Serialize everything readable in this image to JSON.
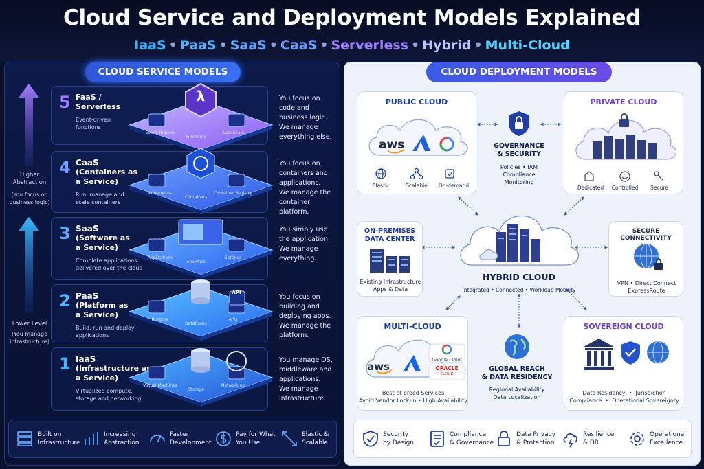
{
  "header": {
    "title": "Cloud Service and Deployment Models Explained",
    "subtitle": [
      {
        "text": "IaaS",
        "color": "#33b6ff"
      },
      {
        "text": "•",
        "color": "#8fa2d8"
      },
      {
        "text": "PaaS",
        "color": "#4fb3ff"
      },
      {
        "text": "•",
        "color": "#8fa2d8"
      },
      {
        "text": "SaaS",
        "color": "#5fa7ff"
      },
      {
        "text": "•",
        "color": "#8fa2d8"
      },
      {
        "text": "CaaS",
        "color": "#6c9cff"
      },
      {
        "text": "•",
        "color": "#8fa2d8"
      },
      {
        "text": "Serverless",
        "color": "#9b7dff"
      },
      {
        "text": "•",
        "color": "#8fa2d8"
      },
      {
        "text": "Hybrid",
        "color": "#b8c6ff"
      },
      {
        "text": "•",
        "color": "#8fa2d8"
      },
      {
        "text": "Multi-Cloud",
        "color": "#4fd3ff"
      }
    ]
  },
  "service_models": {
    "header": "CLOUD SERVICE MODELS",
    "higher": {
      "title": "Higher Abstraction",
      "note": "(You focus on business logic)"
    },
    "lower": {
      "title": "Lower Level",
      "note": "(You manage infrastructure)"
    },
    "tiers": [
      {
        "num": "5",
        "color": "#a07bff",
        "title_lines": [
          "FaaS /",
          "Serverless"
        ],
        "desc_lines": [
          "Event-driven",
          "functions"
        ],
        "right_lines": [
          "You focus on",
          "code and",
          "business logic.",
          "We manage",
          "everything else."
        ],
        "caps": [
          "Event Triggers",
          "Functions",
          "Auto Scale"
        ]
      },
      {
        "num": "4",
        "color": "#6e9bff",
        "title_lines": [
          "CaaS",
          "(Containers as",
          "a Service)"
        ],
        "desc_lines": [
          "Run, manage and",
          "scale containers"
        ],
        "right_lines": [
          "You focus on",
          "containers and",
          "applications.",
          "We manage the",
          "container platform."
        ],
        "caps": [
          "Kubernetes",
          "Containers",
          "Container Registry"
        ]
      },
      {
        "num": "3",
        "color": "#5fa7ff",
        "title_lines": [
          "SaaS",
          "(Software as",
          "a Service)"
        ],
        "desc_lines": [
          "Complete applications",
          "delivered over the cloud"
        ],
        "right_lines": [
          "You simply use",
          "the application.",
          "We manage",
          "everything."
        ],
        "caps": [
          "Applications",
          "Analytics",
          "Settings"
        ]
      },
      {
        "num": "2",
        "color": "#4fb3ff",
        "title_lines": [
          "PaaS",
          "(Platform as",
          "a Service)"
        ],
        "desc_lines": [
          "Build, run and deploy",
          "applications"
        ],
        "right_lines": [
          "You focus on",
          "building and",
          "deploying apps.",
          "We manage the",
          "platform."
        ],
        "caps": [
          "Runtime",
          "Databases",
          "APIs"
        ]
      },
      {
        "num": "1",
        "color": "#33b6ff",
        "title_lines": [
          "IaaS",
          "(Infrastructure as",
          "a Service)"
        ],
        "desc_lines": [
          "Virtualized compute,",
          "storage and networking"
        ],
        "right_lines": [
          "You manage OS,",
          "middleware and",
          "applications.",
          "We manage",
          "infrastructure."
        ],
        "caps": [
          "Virtual Machines",
          "Storage",
          "Networking"
        ]
      }
    ],
    "layer_texts": {
      "lambda": "λ",
      "api": "API"
    },
    "benefits": [
      {
        "icon": "server-icon",
        "lines": [
          "Built on",
          "Infrastructure"
        ]
      },
      {
        "icon": "bar-chart-icon",
        "lines": [
          "Increasing",
          "Abstraction"
        ]
      },
      {
        "icon": "speedometer-icon",
        "lines": [
          "Faster",
          "Development"
        ]
      },
      {
        "icon": "dollar-icon",
        "lines": [
          "Pay for What",
          "You Use"
        ]
      },
      {
        "icon": "expand-icon",
        "lines": [
          "Elastic &",
          "Scalable"
        ]
      }
    ]
  },
  "deployment_models": {
    "header": "CLOUD DEPLOYMENT MODELS",
    "public": {
      "title": "PUBLIC CLOUD",
      "logos": [
        "aws"
      ],
      "features": [
        "Elastic",
        "Scalable",
        "On-demand"
      ]
    },
    "governance": {
      "title_lines": [
        "GOVERNANCE",
        "& SECURITY"
      ],
      "lines": [
        "Policies • IAM",
        "Compliance",
        "Monitoring"
      ]
    },
    "private": {
      "title": "PRIVATE CLOUD",
      "features": [
        "Dedicated",
        "Controlled",
        "Secure"
      ]
    },
    "onprem": {
      "title_lines": [
        "ON-PREMISES",
        "DATA CENTER"
      ],
      "lines": [
        "Existing Infrastructure",
        "Apps & Data"
      ]
    },
    "hybrid": {
      "title": "HYBRID CLOUD",
      "line": "Integrated • Connected • Workload Mobility"
    },
    "connectivity": {
      "title": "SECURE CONNECTIVITY",
      "lines": [
        "VPN • Direct Connect",
        "ExpressRoute"
      ]
    },
    "multi": {
      "title": "MULTI-CLOUD",
      "logos": [
        "aws",
        "Google Cloud",
        "ORACLE",
        "CLOUD"
      ],
      "lines": [
        "Best-of-breed Services",
        "Avoid Vendor Lock-in • High Availability"
      ]
    },
    "global": {
      "title_lines": [
        "GLOBAL REACH",
        "& DATA RESIDENCY"
      ],
      "lines": [
        "Regional Availability",
        "Data Localization"
      ]
    },
    "sovereign": {
      "title": "SOVEREIGN CLOUD",
      "lines": [
        "Data Residency  •  Jurisdiction",
        "Compliance  •  Operational Sovereignty"
      ]
    },
    "benefits": [
      {
        "icon": "shield-check-icon",
        "lines": [
          "Security",
          "by Design"
        ]
      },
      {
        "icon": "checklist-icon",
        "lines": [
          "Compliance",
          "& Governance"
        ]
      },
      {
        "icon": "lock-icon",
        "lines": [
          "Data Privacy",
          "& Protection"
        ]
      },
      {
        "icon": "cloud-bolt-icon",
        "lines": [
          "Resilience",
          "& DR"
        ]
      },
      {
        "icon": "gear-icon",
        "lines": [
          "Operational",
          "Excellence"
        ]
      }
    ]
  }
}
